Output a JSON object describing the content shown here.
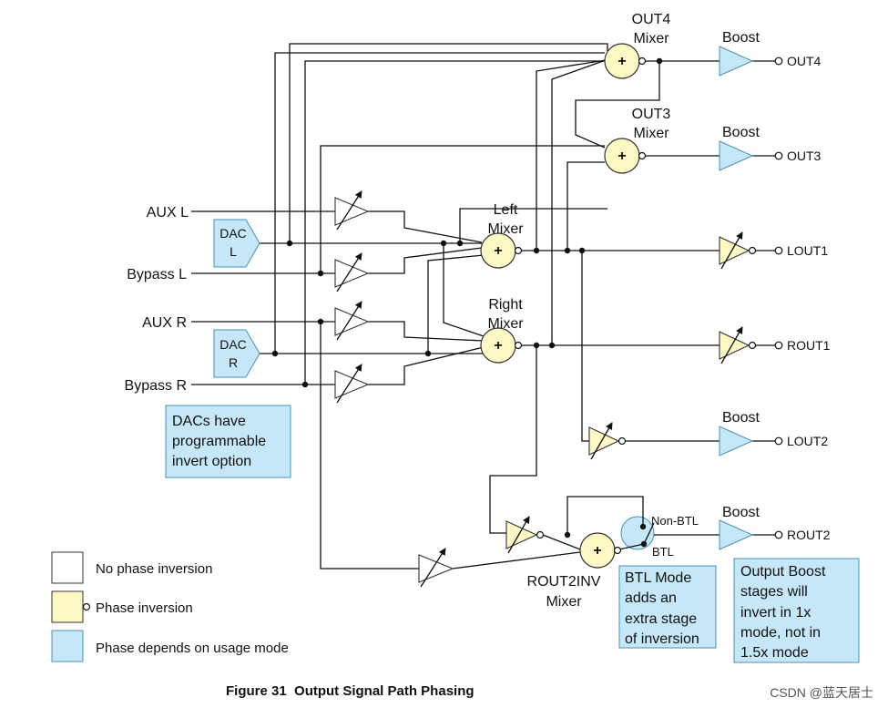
{
  "mixers": {
    "out4": [
      "OUT4",
      "Mixer"
    ],
    "out3": [
      "OUT3",
      "Mixer"
    ],
    "left": [
      "Left",
      "Mixer"
    ],
    "right": [
      "Right",
      "Mixer"
    ],
    "rout2inv": [
      "ROUT2INV",
      "Mixer"
    ]
  },
  "inputs": {
    "aux_l": "AUX L",
    "bypass_l": "Bypass L",
    "aux_r": "AUX R",
    "bypass_r": "Bypass R"
  },
  "dacs": {
    "l": [
      "DAC",
      "L"
    ],
    "r": [
      "DAC",
      "R"
    ]
  },
  "outputs": {
    "out4": "OUT4",
    "out3": "OUT3",
    "lout1": "LOUT1",
    "rout1": "ROUT1",
    "lout2": "LOUT2",
    "rout2": "ROUT2"
  },
  "boost_label": "Boost",
  "mixer_symbol": "+",
  "switch": {
    "non_btl": "Non-BTL",
    "btl": "BTL"
  },
  "notes": {
    "dacs": [
      "DACs have",
      "programmable",
      "invert option"
    ],
    "btl": [
      "BTL Mode",
      "adds an",
      "extra stage",
      "of inversion"
    ],
    "boost": [
      "Output Boost",
      "stages will",
      "invert in 1x",
      "mode, not in",
      "1.5x mode"
    ]
  },
  "legend": [
    {
      "label": "No phase inversion",
      "color": "#ffffff"
    },
    {
      "label": "Phase inversion",
      "color": "#fdf8c4"
    },
    {
      "label": "Phase depends on usage mode",
      "color": "#c5e7f7"
    }
  ],
  "caption": "Figure 31  Output Signal Path Phasing",
  "watermark": "CSDN @蓝天居士"
}
